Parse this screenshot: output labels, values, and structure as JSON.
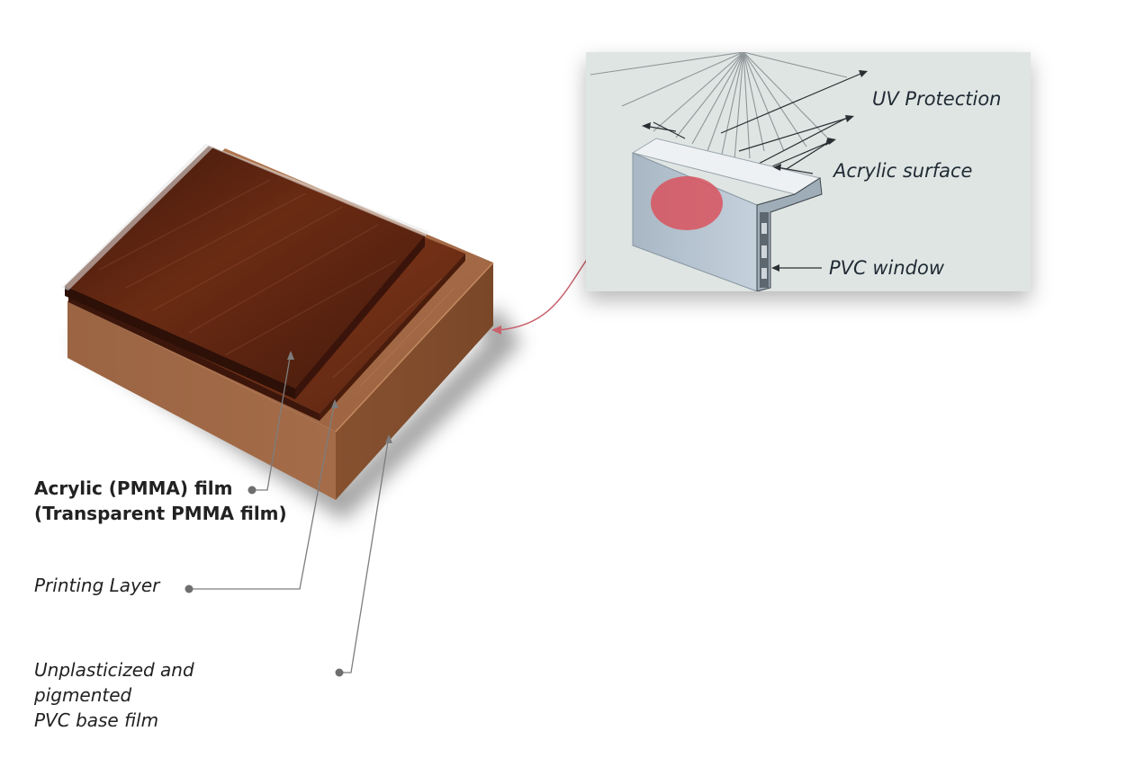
{
  "labels": {
    "acrylic_film": "Acrylic (PMMA) film\n(Transparent PMMA film)",
    "printing_layer": "Printing Layer",
    "pvc_base_film": "Unplasticized and\npigmented\nPVC base film"
  },
  "inset": {
    "uv_protection": "UV Protection",
    "acrylic_surface": "Acrylic surface",
    "pvc_window": "PVC window"
  },
  "colors": {
    "inset_bg": "#dfe5e3",
    "pvc_base_top": "#a06a45",
    "pvc_base_side": "#8a5533",
    "print_layer": "#6b2a12",
    "acrylic_top": "#4a1f10",
    "highlight": "#d8545e",
    "leader_line": "#808080",
    "connector": "#c9606a"
  }
}
